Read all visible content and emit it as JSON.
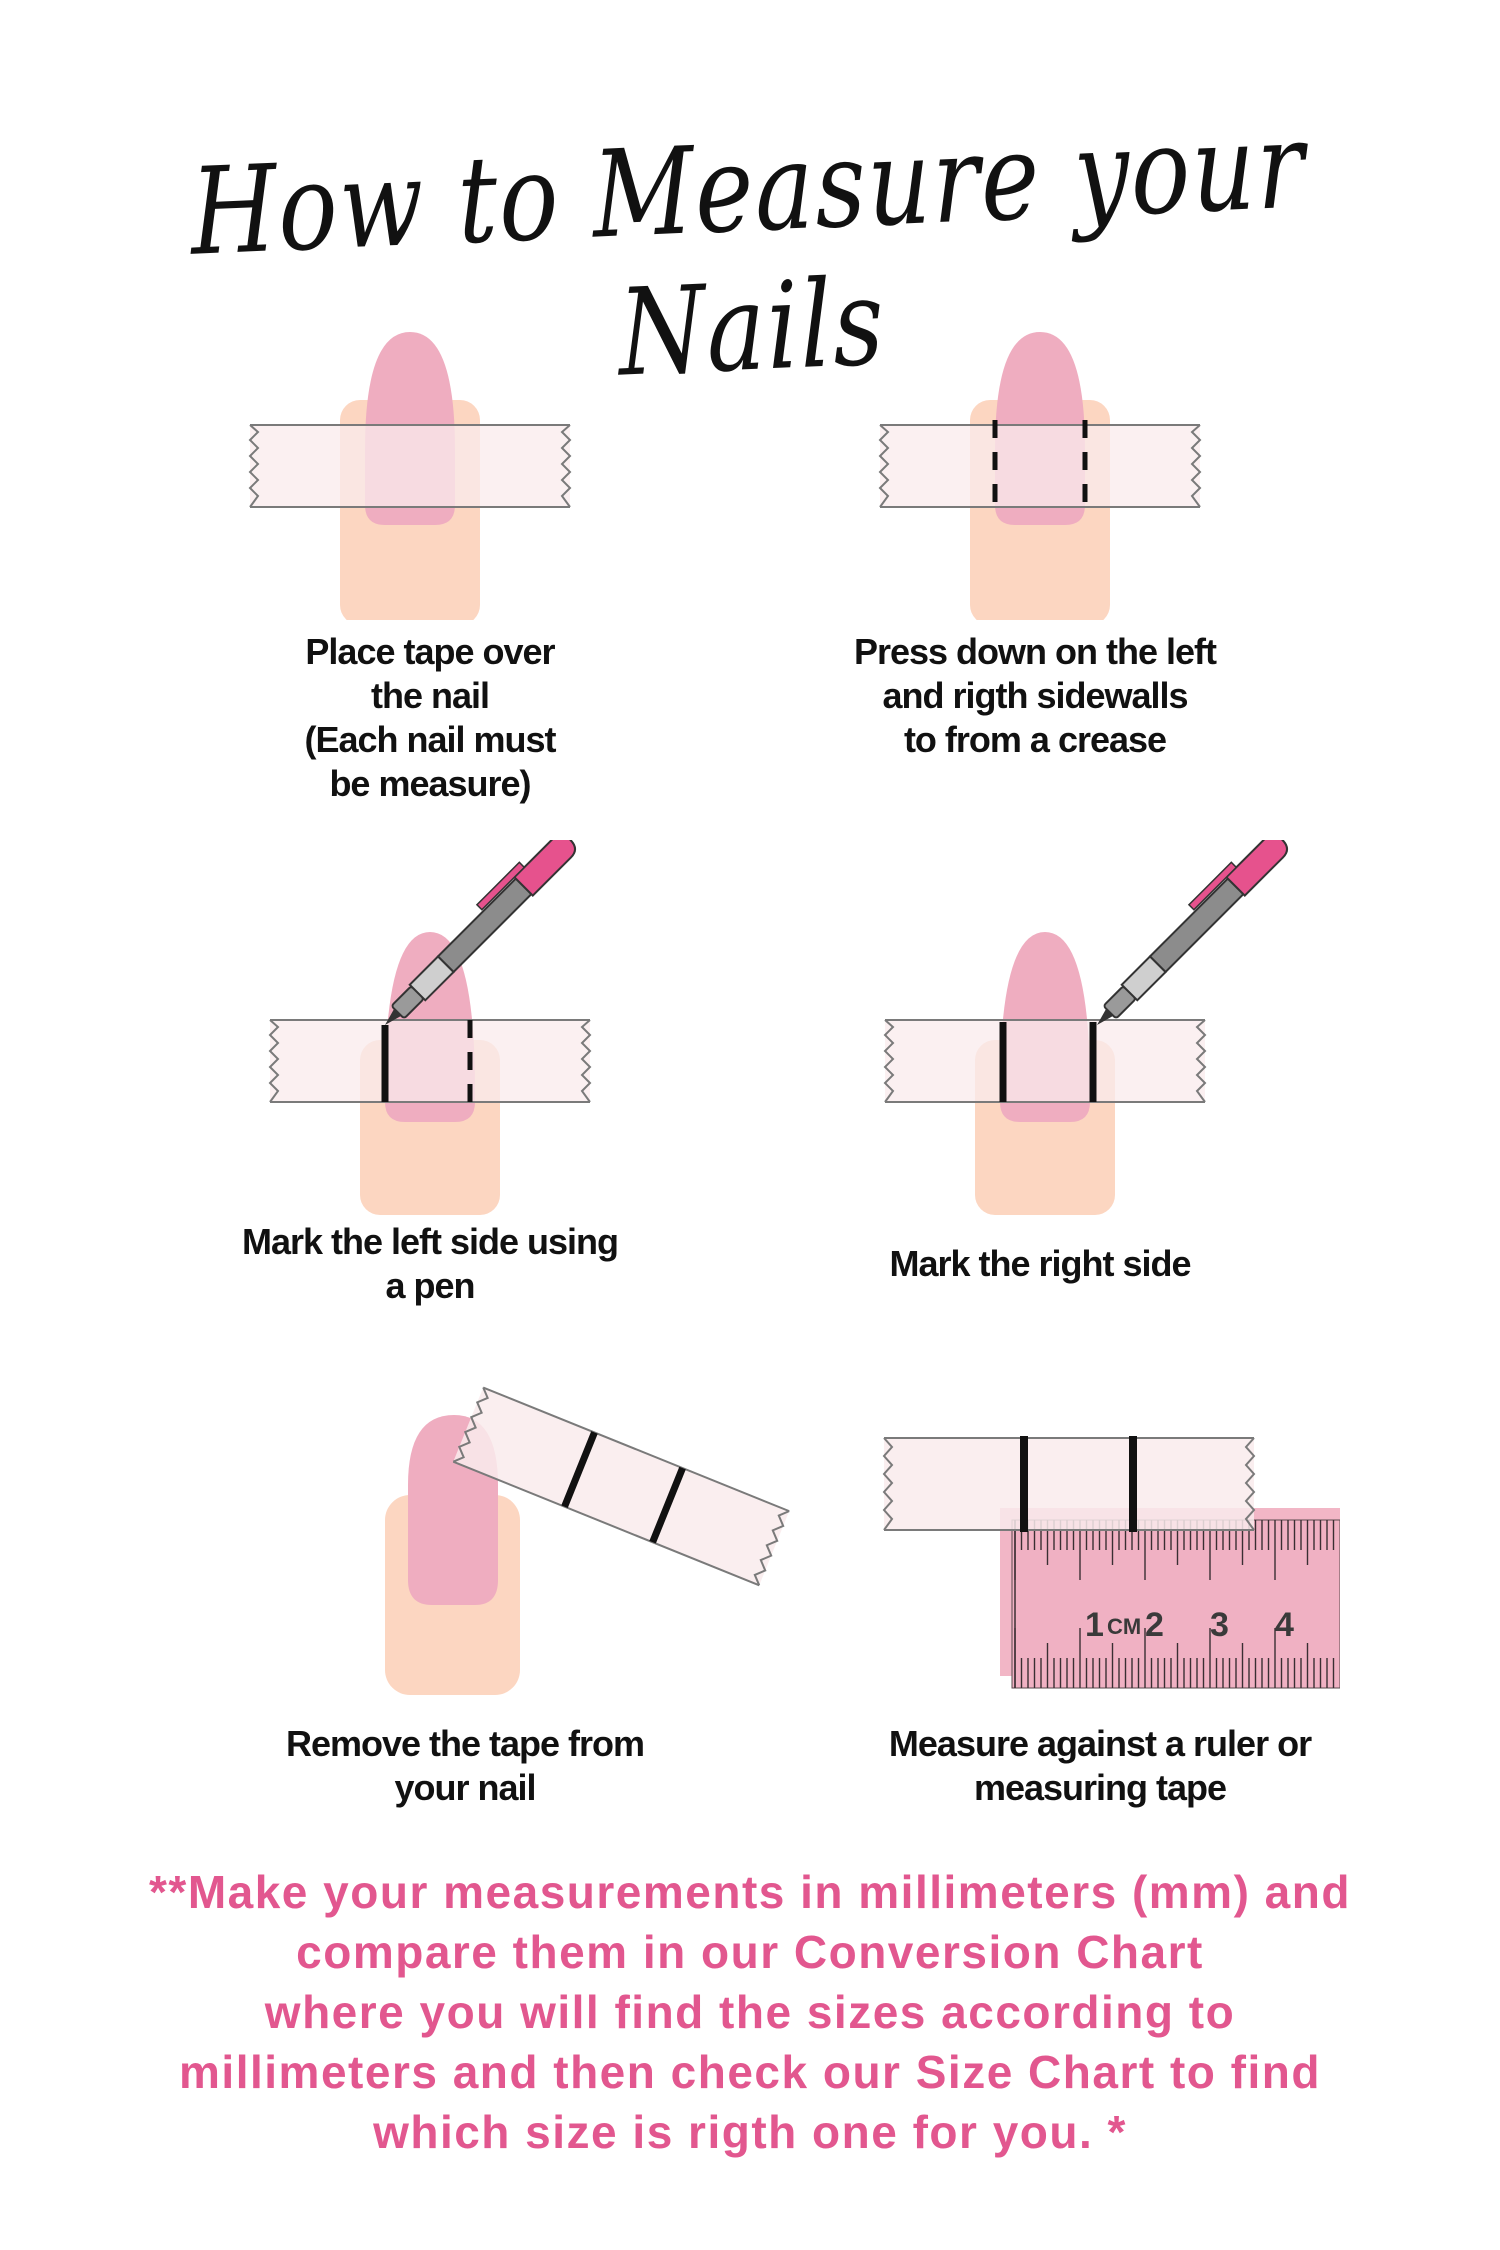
{
  "title": "How to Measure your Nails",
  "colors": {
    "nail": "#efadc0",
    "nail_under_tape": "#f5c5d2",
    "skin": "#fcd6c1",
    "tape": "#f9ebec",
    "tape_border": "#7a7a7a",
    "pen_cap": "#e6528d",
    "ruler": "#f2b6c6",
    "note_text": "#e2578f"
  },
  "steps": [
    {
      "id": 1,
      "illustration": "finger-tape-icon",
      "caption": [
        "Place tape over",
        "the nail",
        "(Each nail must",
        "be measure)"
      ]
    },
    {
      "id": 2,
      "illustration": "finger-tape-dashed-icon",
      "caption": [
        "Press down on the left",
        "and rigth sidewalls",
        "to from a crease"
      ]
    },
    {
      "id": 3,
      "illustration": "finger-pen-left-icon",
      "caption": [
        "Mark the left side using",
        "a pen"
      ]
    },
    {
      "id": 4,
      "illustration": "finger-pen-right-icon",
      "caption": [
        "Mark the right side"
      ]
    },
    {
      "id": 5,
      "illustration": "remove-tape-icon",
      "caption": [
        "Remove the tape from",
        "your nail"
      ]
    },
    {
      "id": 6,
      "illustration": "ruler-icon",
      "caption": [
        "Measure against a ruler or",
        "measuring tape"
      ]
    }
  ],
  "ruler": {
    "labels": [
      "1",
      "CM",
      "2",
      "3",
      "4"
    ]
  },
  "note": [
    "**Make your measurements in millimeters (mm) and",
    "compare them in our Conversion Chart",
    "where you will find the sizes according to",
    "millimeters and then check our Size Chart to find",
    "which size is rigth one for you. *"
  ]
}
